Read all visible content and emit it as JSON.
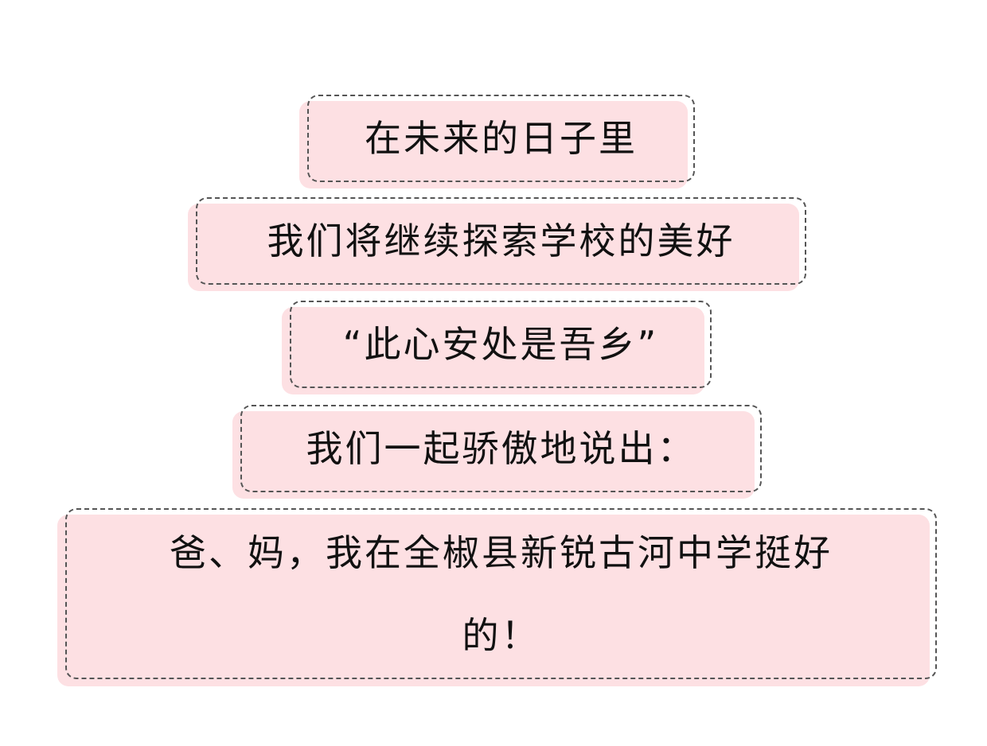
{
  "lines": {
    "line1": "在未来的日子里",
    "line2": "我们将继续探索学校的美好",
    "line3": "“此心安处是吾乡”",
    "line4": "我们一起骄傲地说出：",
    "line5a": "爸、妈，我在全椒县新锐古河中学挺好",
    "line5b": "的！"
  },
  "colors": {
    "card_fill": "#fde0e3",
    "dashed_border": "#555555",
    "text": "#111111"
  }
}
